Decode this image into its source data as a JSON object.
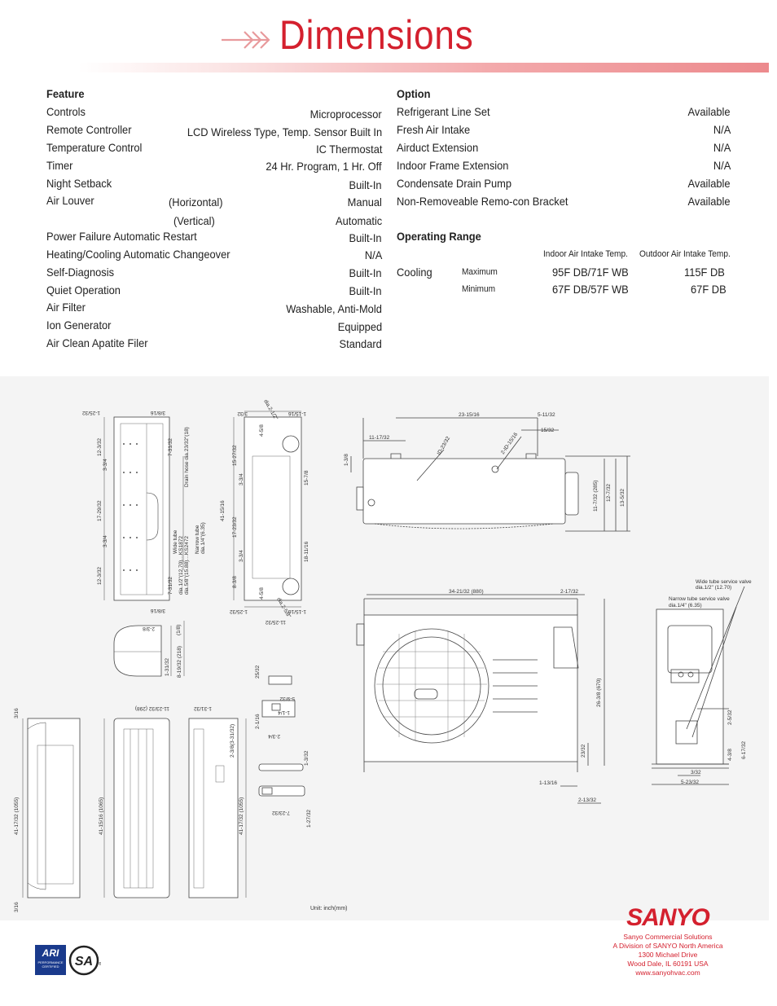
{
  "header": {
    "title": "Dimensions"
  },
  "feature": {
    "heading": "Feature",
    "rows": [
      {
        "label": "Controls",
        "value": "Microprocessor"
      },
      {
        "label": "Remote Controller",
        "value": "LCD Wireless Type, Temp. Sensor Built In"
      },
      {
        "label": "Temperature Control",
        "value": "IC Thermostat"
      },
      {
        "label": "Timer",
        "value": "24 Hr. Program, 1 Hr. Off"
      },
      {
        "label": "Night Setback",
        "value": "Built-In"
      },
      {
        "label": "Air Louver",
        "sub": "(Horizontal)",
        "value": "Manual"
      },
      {
        "label": "",
        "sub": "(Vertical)",
        "value": "Automatic"
      },
      {
        "label": "Power Failure Automatic Restart",
        "value": "Built-In"
      },
      {
        "label": "Heating/Cooling Automatic Changeover",
        "value": "N/A"
      },
      {
        "label": "Self-Diagnosis",
        "value": "Built-In"
      },
      {
        "label": "Quiet Operation",
        "value": "Built-In"
      },
      {
        "label": "Air Filter",
        "value": "Washable, Anti-Mold"
      },
      {
        "label": "Ion Generator",
        "value": "Equipped"
      },
      {
        "label": "Air Clean Apatite Filer",
        "value": "Standard"
      }
    ]
  },
  "option": {
    "heading": "Option",
    "rows": [
      {
        "label": "Refrigerant Line Set",
        "value": "Available"
      },
      {
        "label": "Fresh Air Intake",
        "value": "N/A"
      },
      {
        "label": "Airduct Extension",
        "value": "N/A"
      },
      {
        "label": "Indoor Frame Extension",
        "value": "N/A"
      },
      {
        "label": "Condensate Drain Pump",
        "value": "Available"
      },
      {
        "label": "Non-Removeable Remo-con Bracket",
        "value": "Available"
      }
    ]
  },
  "operating_range": {
    "heading": "Operating Range",
    "col_indoor": "Indoor Air Intake Temp.",
    "col_outdoor": "Outdoor Air Intake Temp.",
    "mode": "Cooling",
    "rows": [
      {
        "label": "Maximum",
        "indoor": "95F DB/71F WB",
        "outdoor": "115F DB"
      },
      {
        "label": "Minimum",
        "indoor": "67F DB/57F WB",
        "outdoor": "67F DB"
      }
    ]
  },
  "drawings": {
    "unit_note": "Unit: inch(mm)",
    "outdoor_top": {
      "dims": [
        "23-15/16",
        "5-11/32",
        "15/32",
        "11-17/32",
        "1-3/8",
        "11-7/32 (285)",
        "13-5/32",
        "12-7/32"
      ],
      "labels": [
        "ID-23/32",
        "2-ID-15/16"
      ]
    },
    "outdoor_front": {
      "dims": [
        "34-21/32 (880)",
        "2-17/32",
        "26-3/8 (670)",
        "23/32",
        "1-13/16",
        "2-13/32"
      ]
    },
    "outdoor_side": {
      "dims": [
        "2-5/32",
        "6-17/32",
        "4-3/8",
        "3/32",
        "5-23/32"
      ],
      "labels": [
        "Wide tube service valve",
        "dia.1/2\" (12.70)",
        "Narrow tube service valve",
        "dia.1/4\" (6.35)"
      ]
    },
    "indoor_back": {
      "dims": [
        "1-25/32",
        "3/8/16",
        "12-3/32",
        "3-3/4",
        "17-29/32",
        "3-3/4",
        "12-3/32",
        "7-31/32",
        "7-31/32",
        "3/8/16"
      ],
      "labels": [
        "Drain hose dia.23/32\"(18)",
        "Wide tube",
        "dia.1/2\"(12.70)…KS1872",
        "dia.5/8\"(15.88)…KS2472",
        "Narrow tube",
        "dia.1/4\"(6.35)"
      ]
    },
    "indoor_mount": {
      "dims": [
        "3/32",
        "1-15/16",
        "15-27/32",
        "4-5/8",
        "15-7/8",
        "3-3/4",
        "41-15/16",
        "17-23/32",
        "18-11/16",
        "3-3/4",
        "8-3/8",
        "4-5/8",
        "1-25/32",
        "11-25/32",
        "1-15/16"
      ],
      "labels": [
        "dia.2-1/2\"",
        "dia.2-5/8\""
      ]
    },
    "indoor_side_small": {
      "dims": [
        "2-3/8",
        "(1/8)",
        "1-31/32",
        "8-19/32 (218)"
      ]
    },
    "indoor_views": {
      "dims": [
        "3/16",
        "41-17/32 (1055)",
        "3/16",
        "11-23/32 (298)",
        "41-15/16 (1065)",
        "1-31/32",
        "2-3/8(3-31/32)",
        "41-17/32 (1055)"
      ]
    },
    "remote": {
      "dims": [
        "25/32",
        "5-9/32",
        "2-1/16",
        "1-1/4",
        "2-3/4",
        "1-3/32",
        "1-27/32",
        "7-23/32"
      ]
    }
  },
  "footer": {
    "brand": "SANYO",
    "address": [
      "Sanyo Commercial Solutions",
      "A Division of SANYO North America",
      "1300 Michael Drive",
      "Wood Dale, IL 60191 USA",
      "www.sanyohvac.com"
    ],
    "ari_text": [
      "ARI",
      "PERFORMANCE",
      "CERTIFIED"
    ],
    "csa_text": "SA"
  },
  "colors": {
    "accent": "#d4202e",
    "line": "#444444"
  }
}
